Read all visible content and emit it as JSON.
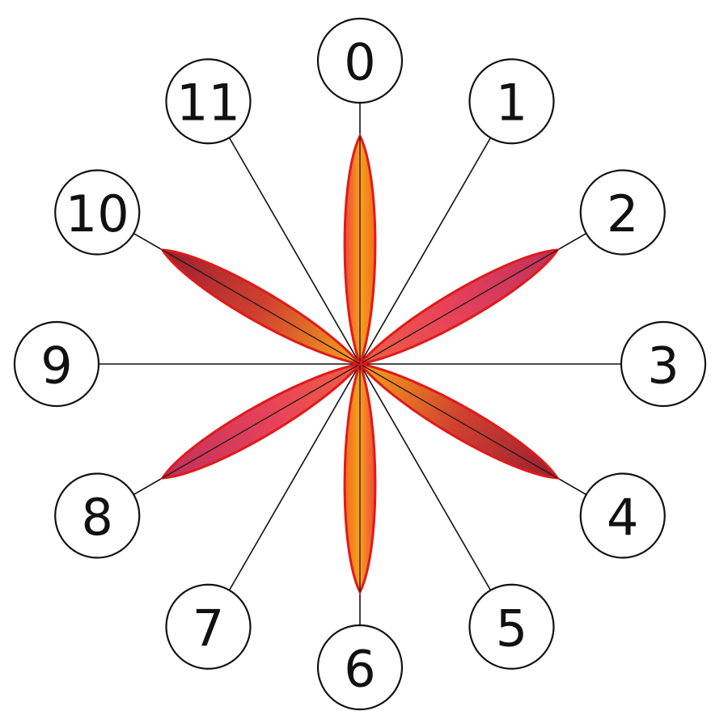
{
  "diagram": {
    "nodes": [
      {
        "label": "0"
      },
      {
        "label": "1"
      },
      {
        "label": "2"
      },
      {
        "label": "3"
      },
      {
        "label": "4"
      },
      {
        "label": "5"
      },
      {
        "label": "6"
      },
      {
        "label": "7"
      },
      {
        "label": "8"
      },
      {
        "label": "9"
      },
      {
        "label": "10"
      },
      {
        "label": "11"
      }
    ],
    "highlighted_positions": [
      0,
      2,
      4,
      6,
      8,
      10
    ],
    "colors": {
      "petal_outline": "#e01a1a",
      "petal_fill_warm": "#f7a21b",
      "petal_fill_mid": "#f0453a",
      "petal_fill_dark": "#c0305a",
      "spoke_line": "#111111",
      "node_stroke": "#111111"
    }
  }
}
